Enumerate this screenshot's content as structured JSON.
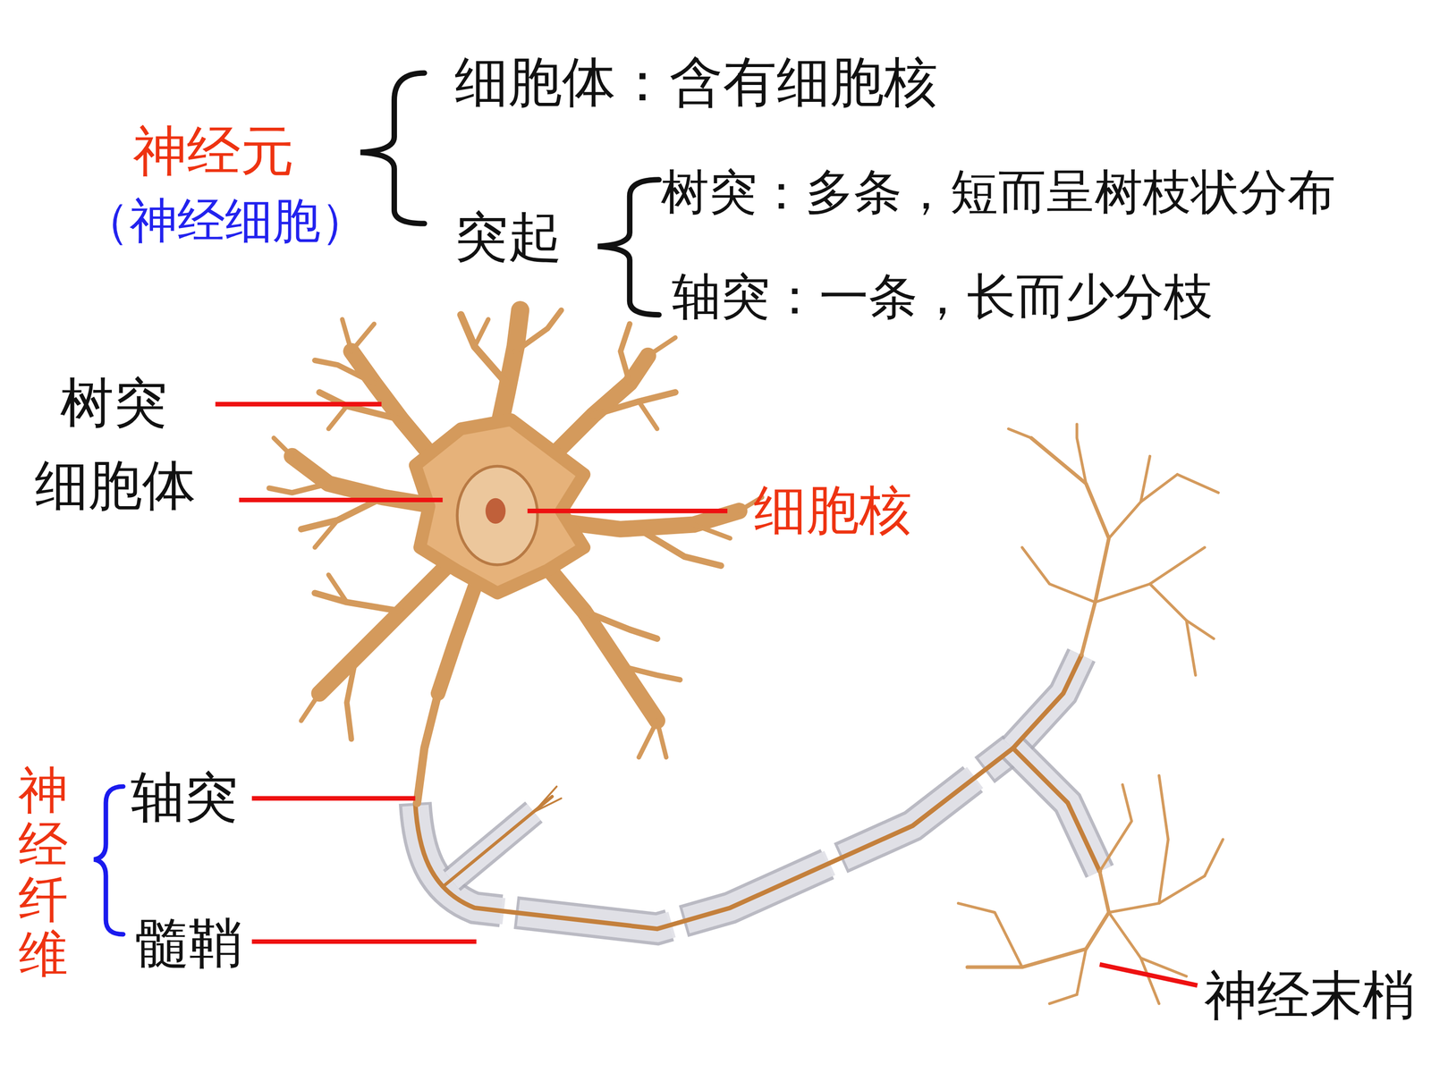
{
  "diagram": {
    "labels": [
      "神经元",
      "（神经细胞）",
      "细胞体：含有细胞核",
      "突起",
      "树突：多条，短而呈树枝状分布",
      "轴突：一条，长而少分枝",
      "树突",
      "细胞体",
      "细胞核",
      "神经纤维",
      "轴突",
      "髓鞘",
      "神经末梢"
    ]
  }
}
